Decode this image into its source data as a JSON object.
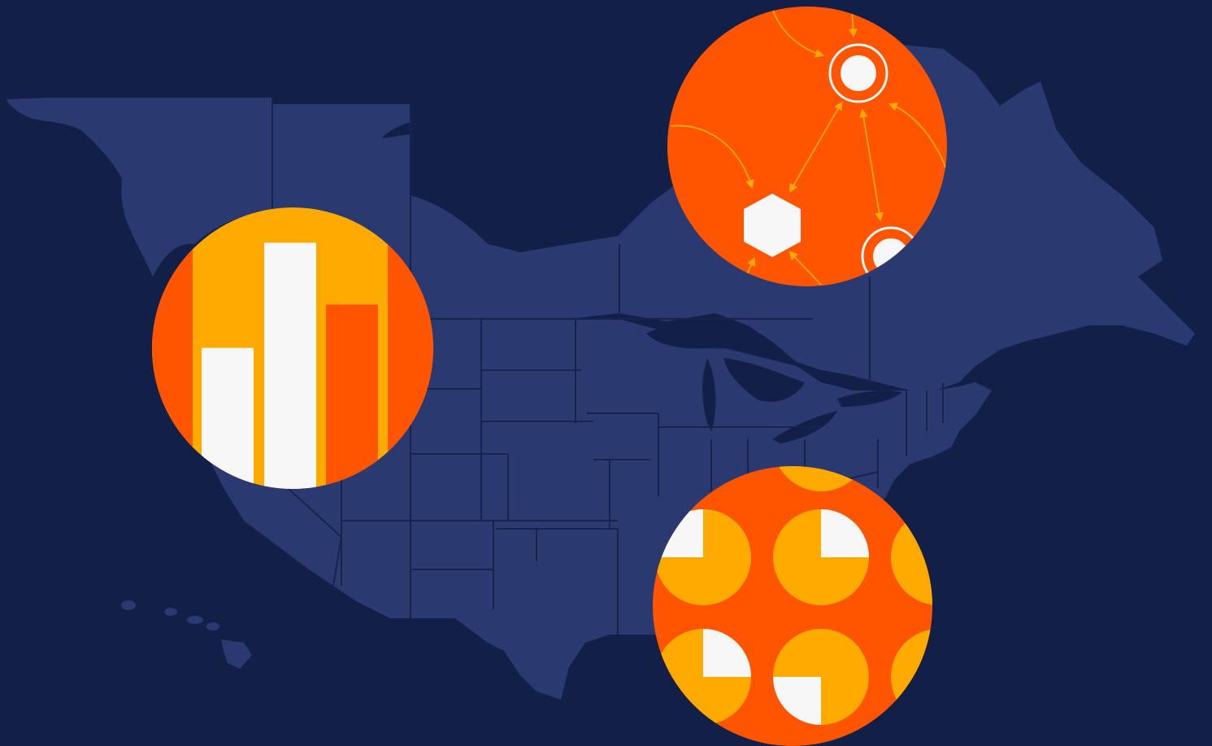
{
  "colors": {
    "background": "#121f47",
    "land": "#2a3970",
    "border": "#16234d",
    "orange": "#ff5500",
    "amber": "#ffaa00",
    "white": "#f7f7f7"
  },
  "icons": {
    "map": "north-america-map-icon",
    "bars": "bar-chart-icon",
    "network": "network-graph-icon",
    "pies": "pie-pattern-icon"
  },
  "bar_badge": {
    "bars": [
      {
        "level": 0.48,
        "fill": "white"
      },
      {
        "level": 0.82,
        "fill": "white"
      },
      {
        "level": 0.62,
        "fill": "orange"
      }
    ]
  },
  "pie_badge": {
    "tiles": [
      {
        "fraction": 0.75
      },
      {
        "fraction": 0.75
      },
      {
        "fraction": 0.75
      },
      {
        "fraction": 0.75
      }
    ]
  }
}
